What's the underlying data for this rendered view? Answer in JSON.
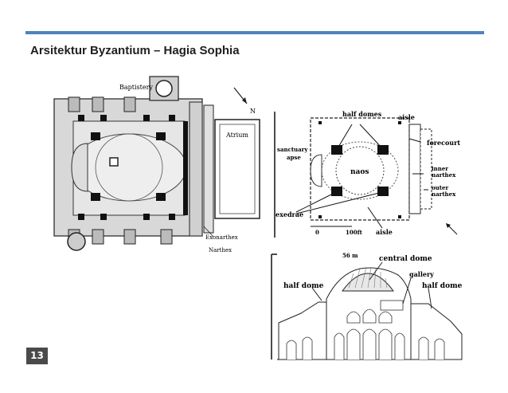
{
  "slide": {
    "title": "Arsitektur Byzantium – Hagia Sophia",
    "number": "13",
    "accent_color": "#4f81bd"
  },
  "plan_left": {
    "labels": {
      "baptistery": "Baptistery",
      "atrium": "Atrium",
      "exonarthex": "Exonarthex",
      "narthex": "Narthex",
      "north": "N"
    }
  },
  "plan_right": {
    "labels": {
      "half_domes": "half domes",
      "aisle_top": "aisle",
      "sanctuary": "sanctuary",
      "apse": "apse",
      "naos": "naos",
      "forecourt": "forecourt",
      "inner": "inner",
      "inner_narthex": "narthex",
      "outer": "outer",
      "outer_narthex": "narthex",
      "exedrae": "exedrae",
      "scale_zero": "0",
      "scale_len": "100ft",
      "aisle_bottom": "aisle"
    }
  },
  "section": {
    "labels": {
      "height": "56 m",
      "central_dome": "central dome",
      "half_dome_left": "half dome",
      "gallery": "gallery",
      "half_dome_right": "half dome"
    }
  }
}
